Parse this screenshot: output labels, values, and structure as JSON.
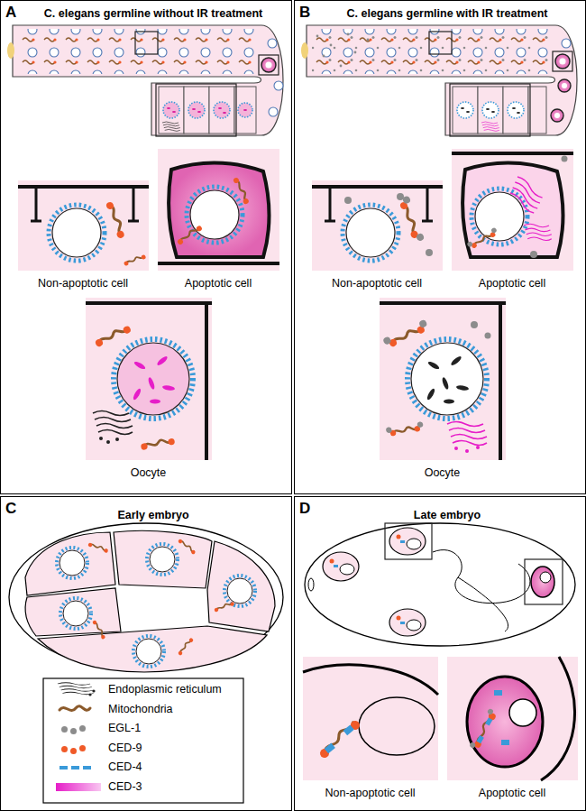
{
  "diagram": {
    "nodes": [
      {
        "text": [
          "A",
          "C. elegans germline without IR treatment"
        ]
      },
      {
        "text": [
          "Non-apoptotic cell"
        ],
        "in": 0
      },
      {
        "text": [
          "Apoptotic cell"
        ],
        "in": 0
      },
      {
        "text": [
          "Oocyte"
        ],
        "in": 0
      },
      {
        "text": [
          "B",
          "C. elegans germline with IR treatment"
        ]
      },
      {
        "text": [
          "Non-apoptotic cell"
        ],
        "in": 4
      },
      {
        "text": [
          "Apoptotic cell"
        ],
        "in": 4
      },
      {
        "text": [
          "Oocyte"
        ],
        "in": 4
      },
      {
        "text": [
          "C",
          "Early embryo"
        ]
      },
      {
        "text": [
          "D",
          "Late embryo"
        ]
      },
      {
        "text": [
          "Non-apoptotic cell"
        ],
        "in": 9
      },
      {
        "text": [
          "Apoptotic cell"
        ],
        "in": 9
      }
    ],
    "legend": [
      {
        "text": "Endoplasmic reticulum"
      },
      {
        "text": "Mitochondria"
      },
      {
        "text": "EGL-1",
        "color": "#8c8c8c"
      },
      {
        "text": "CED-9",
        "color": "#f05a28"
      },
      {
        "text": "CED-4",
        "color": "#3a9ad9"
      },
      {
        "text": "CED-3",
        "color": "#e61ec8"
      }
    ]
  }
}
